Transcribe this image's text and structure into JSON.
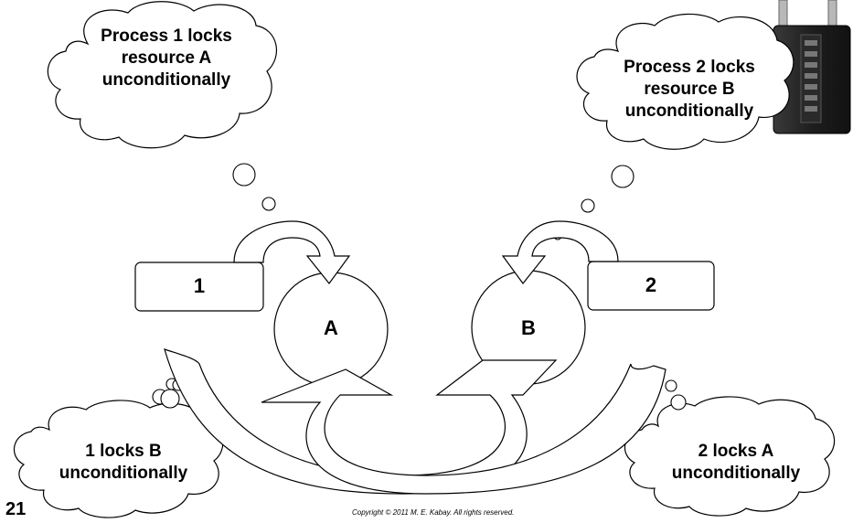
{
  "clouds": {
    "p1": "Process 1 locks resource A unconditionally",
    "p2": "Process 2 locks resource B unconditionally",
    "l1": "1 locks B unconditionally",
    "l2": "2 locks A unconditionally"
  },
  "process_boxes": {
    "one": "1",
    "two": "2"
  },
  "resources": {
    "a": "A",
    "b": "B"
  },
  "footer": {
    "slide_number": "21",
    "copyright": "Copyright © 2011 M. E. Kabay.  All rights reserved."
  }
}
